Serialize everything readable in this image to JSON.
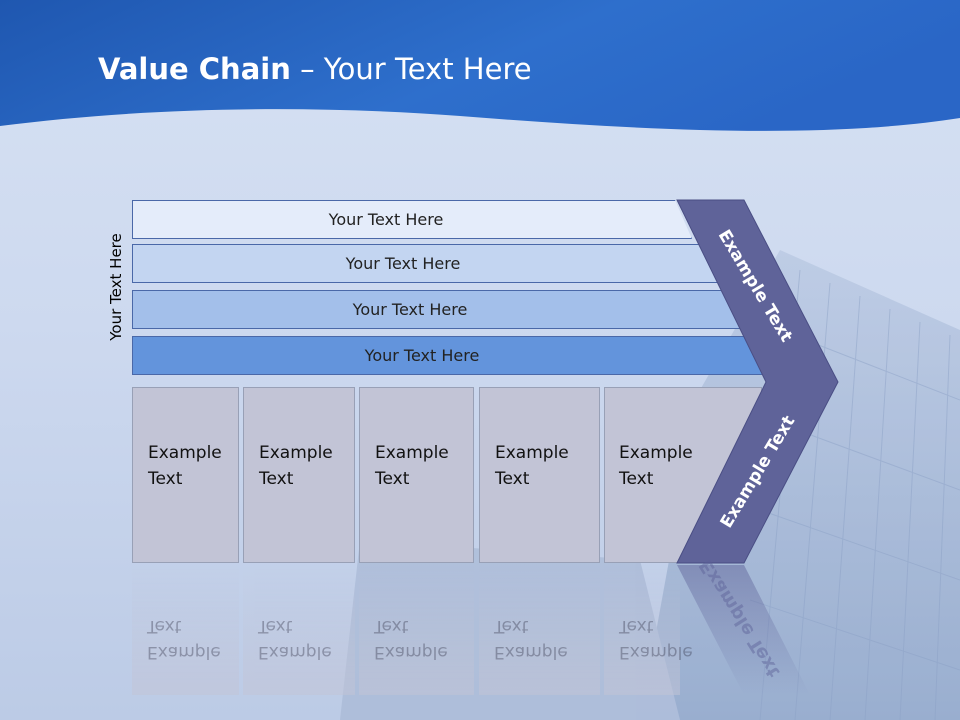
{
  "slide": {
    "title_bold": "Value Chain",
    "title_rest": " – Your Text Here",
    "side_label": "Your Text Here"
  },
  "bars": [
    {
      "label": "Your Text Here"
    },
    {
      "label": "Your Text Here"
    },
    {
      "label": "Your Text Here"
    },
    {
      "label": "Your Text Here"
    }
  ],
  "boxes": [
    {
      "line1": "Example",
      "line2": "Text"
    },
    {
      "line1": "Example",
      "line2": "Text"
    },
    {
      "line1": "Example",
      "line2": "Text"
    },
    {
      "line1": "Example",
      "line2": "Text"
    },
    {
      "line1": "Example",
      "line2": "Text"
    }
  ],
  "chevron": {
    "top_text": "Example Text",
    "bottom_text": "Example Text"
  },
  "colors": {
    "header_blue": "#2e6fcc",
    "chevron": "#5f6399",
    "bar_4": "#6394dc",
    "box_fill": "#c2c4d6"
  }
}
